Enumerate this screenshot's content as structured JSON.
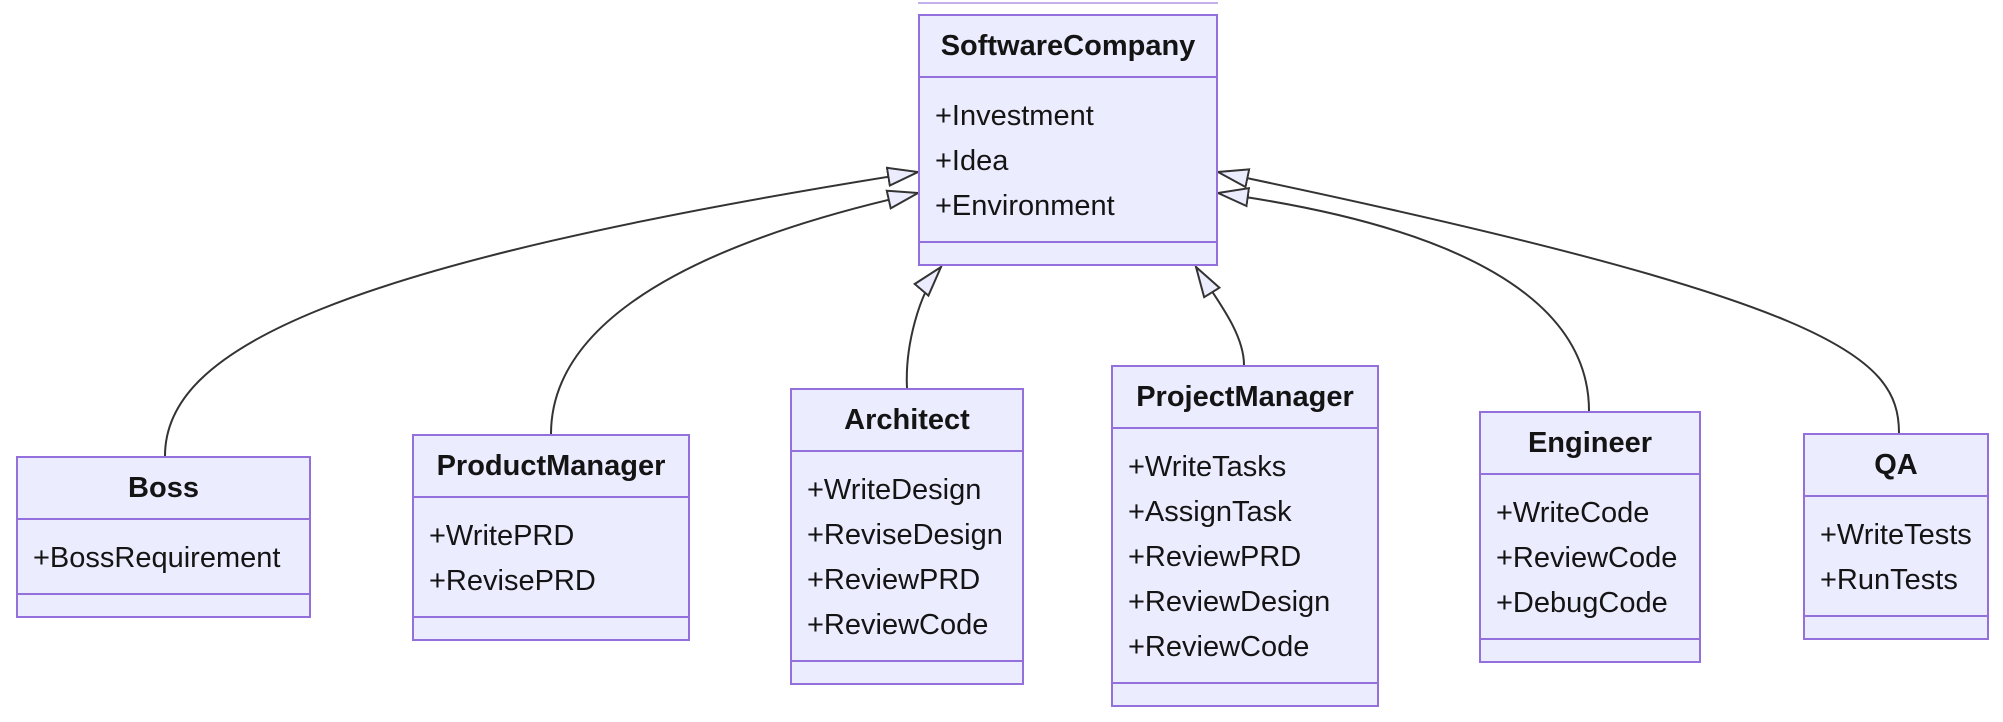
{
  "diagram_type": "uml-class-diagram",
  "colors": {
    "background": "#ffffff",
    "class_fill": "#ECECFF",
    "class_border": "#9370DB",
    "edge_line": "#333333",
    "arrowhead_fill": "#ECECFF",
    "text": "#141414"
  },
  "classes": [
    {
      "name": "SoftwareCompany",
      "attributes": [
        "+Investment",
        "+Idea",
        "+Environment"
      ],
      "methods": []
    },
    {
      "name": "Boss",
      "attributes": [
        "+BossRequirement"
      ],
      "methods": []
    },
    {
      "name": "ProductManager",
      "attributes": [
        "+WritePRD",
        "+RevisePRD"
      ],
      "methods": []
    },
    {
      "name": "Architect",
      "attributes": [
        "+WriteDesign",
        "+ReviseDesign",
        "+ReviewPRD",
        "+ReviewCode"
      ],
      "methods": []
    },
    {
      "name": "ProjectManager",
      "attributes": [
        "+WriteTasks",
        "+AssignTask",
        "+ReviewPRD",
        "+ReviewDesign",
        "+ReviewCode"
      ],
      "methods": []
    },
    {
      "name": "Engineer",
      "attributes": [
        "+WriteCode",
        "+ReviewCode",
        "+DebugCode"
      ],
      "methods": []
    },
    {
      "name": "QA",
      "attributes": [
        "+WriteTests",
        "+RunTests"
      ],
      "methods": []
    }
  ],
  "relations": [
    {
      "from": "Boss",
      "to": "SoftwareCompany",
      "type": "inheritance",
      "arrowhead": "hollow-triangle"
    },
    {
      "from": "ProductManager",
      "to": "SoftwareCompany",
      "type": "inheritance",
      "arrowhead": "hollow-triangle"
    },
    {
      "from": "Architect",
      "to": "SoftwareCompany",
      "type": "inheritance",
      "arrowhead": "hollow-triangle"
    },
    {
      "from": "ProjectManager",
      "to": "SoftwareCompany",
      "type": "inheritance",
      "arrowhead": "hollow-triangle"
    },
    {
      "from": "Engineer",
      "to": "SoftwareCompany",
      "type": "inheritance",
      "arrowhead": "hollow-triangle"
    },
    {
      "from": "QA",
      "to": "SoftwareCompany",
      "type": "inheritance",
      "arrowhead": "hollow-triangle"
    }
  ]
}
